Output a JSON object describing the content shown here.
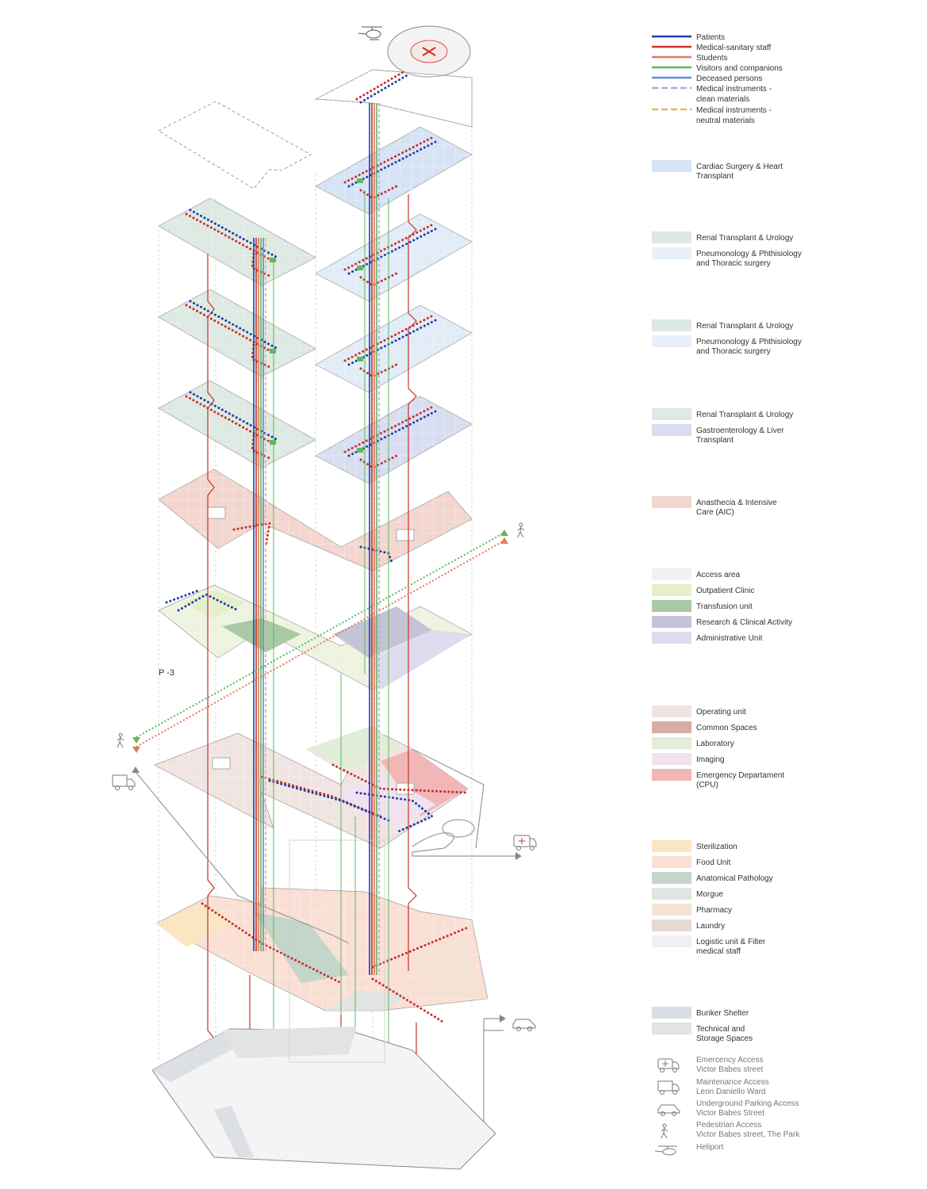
{
  "level_label": "P -3",
  "legend_flows": [
    {
      "label": "Patients",
      "color": "#1f3fa8",
      "dashed": false
    },
    {
      "label": "Medical-sanitary staff",
      "color": "#c9302c",
      "dashed": false
    },
    {
      "label": "Students",
      "color": "#e07b5a",
      "dashed": false
    },
    {
      "label": "Visitors and companions",
      "color": "#5fb85a",
      "dashed": false
    },
    {
      "label": "Deceased persons",
      "color": "#5a8fd8",
      "dashed": false
    },
    {
      "label": "Medical instruments - clean materials",
      "lines": [
        "Medical instruments -",
        "clean materials"
      ],
      "color": "#b5a8d6",
      "dashed": true
    },
    {
      "label": "Medical instruments - neutral materials",
      "lines": [
        "Medical instruments -",
        "neutral materials"
      ],
      "color": "#e9b46a",
      "dashed": true
    }
  ],
  "legend_zone_groups": [
    {
      "items": [
        {
          "lines": [
            "Cardiac Surgery & Heart",
            "Transplant"
          ],
          "color": "#d6e3f5"
        }
      ]
    },
    {
      "items": [
        {
          "lines": [
            "Renal Transplant & Urology"
          ],
          "color": "#dde9e2"
        },
        {
          "lines": [
            "Pneumonology & Phthisiology",
            "and Thoracic surgery"
          ],
          "color": "#e8f1f9"
        }
      ]
    },
    {
      "items": [
        {
          "lines": [
            "Renal Transplant & Urology"
          ],
          "color": "#dde9e2"
        },
        {
          "lines": [
            "Pneumonology & Phthisiology",
            "and Thoracic surgery"
          ],
          "color": "#e8f1f9"
        }
      ]
    },
    {
      "items": [
        {
          "lines": [
            "Renal Transplant & Urology"
          ],
          "color": "#dde9e2"
        },
        {
          "lines": [
            "Gastroenterology & Liver",
            "Transplant"
          ],
          "color": "#d8def0"
        }
      ]
    },
    {
      "items": [
        {
          "lines": [
            "Anasthecia & Intensive",
            "Care (AIC)"
          ],
          "color": "#f3d6cf"
        }
      ]
    },
    {
      "items": [
        {
          "lines": [
            "Access area"
          ],
          "color": "#f1f1f2"
        },
        {
          "lines": [
            "Outpatient Clinic"
          ],
          "color": "#e5efcb"
        },
        {
          "lines": [
            "Transfusion unit"
          ],
          "color": "#a9c9a4"
        },
        {
          "lines": [
            "Research & Clinical Activity"
          ],
          "color": "#c5c3d6"
        },
        {
          "lines": [
            "Administrative Unit"
          ],
          "color": "#dcdcee"
        }
      ]
    },
    {
      "items": [
        {
          "lines": [
            "Operating unit"
          ],
          "color": "#f0e4e1"
        },
        {
          "lines": [
            "Common Spaces"
          ],
          "color": "#d7aea6"
        },
        {
          "lines": [
            "Laboratory"
          ],
          "color": "#e1ecd9"
        },
        {
          "lines": [
            "Imaging"
          ],
          "color": "#f1e2f0"
        },
        {
          "lines": [
            "Emergency Departament",
            "(CPU)"
          ],
          "color": "#f2b6b6"
        }
      ]
    },
    {
      "items": [
        {
          "lines": [
            "Sterilization"
          ],
          "color": "#fbe6c3"
        },
        {
          "lines": [
            "Food Unit"
          ],
          "color": "#fadfd5"
        },
        {
          "lines": [
            "Anatomical Pathology"
          ],
          "color": "#c4d5c9"
        },
        {
          "lines": [
            "Morgue"
          ],
          "color": "#dfe5e2"
        },
        {
          "lines": [
            "Pharmacy"
          ],
          "color": "#f4e3d4"
        },
        {
          "lines": [
            "Laundry"
          ],
          "color": "#e5d9d4"
        },
        {
          "lines": [
            "Logistic unit & Filter",
            "medical staff"
          ],
          "color": "#f1eff1"
        }
      ]
    },
    {
      "items": [
        {
          "lines": [
            "Bunker Shelter"
          ],
          "color": "#d9dde4"
        },
        {
          "lines": [
            "Technical and",
            "Storage Spaces"
          ],
          "color": "#e2e3e2"
        }
      ]
    }
  ],
  "access_legend": [
    {
      "icon": "ambulance-icon",
      "lines": [
        "Emercency Access",
        "Victor Babes street"
      ]
    },
    {
      "icon": "truck-icon",
      "lines": [
        "Maintenance Access",
        "Leon Daniello Ward"
      ]
    },
    {
      "icon": "car-icon",
      "lines": [
        "Underground Parking Access",
        "Victor Babes Street"
      ]
    },
    {
      "icon": "pedestrian-icon",
      "lines": [
        "Pedestrian Access",
        "Victor Babes street, The Park"
      ]
    },
    {
      "icon": "helicopter-icon",
      "lines": [
        "Heliport"
      ]
    }
  ]
}
